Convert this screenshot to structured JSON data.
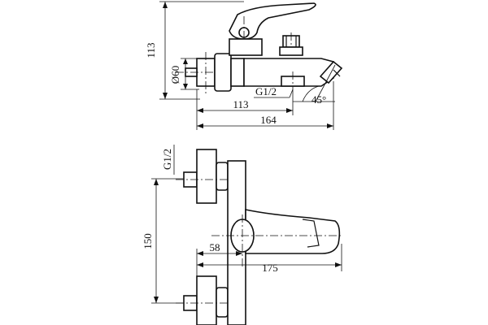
{
  "top_view": {
    "height_label": "113",
    "diameter_label": "Ø60",
    "thread_label": "G1/2",
    "angle_label": "45°",
    "spout_length_label": "113",
    "total_length_label": "164"
  },
  "front_view": {
    "thread_label": "G1/2",
    "spacing_label": "150",
    "offset_label": "58",
    "depth_label": "175"
  }
}
